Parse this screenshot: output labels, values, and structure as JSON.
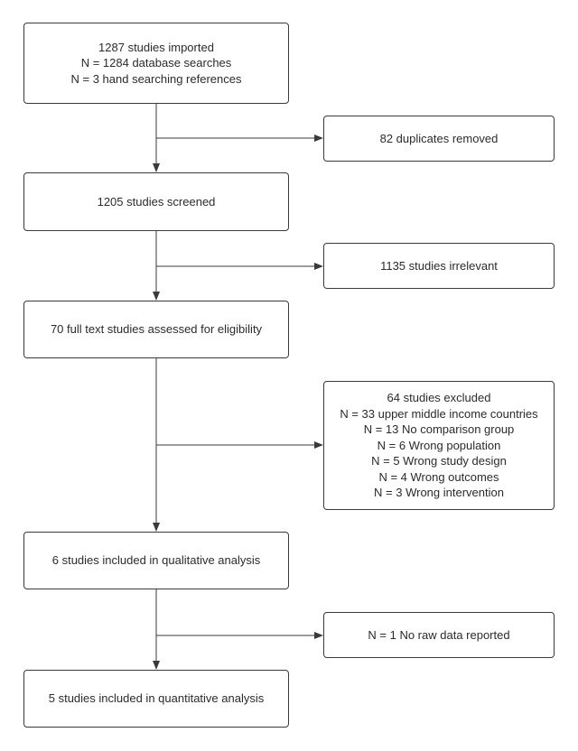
{
  "boxes": {
    "imported": {
      "lines": [
        "1287 studies imported",
        "N = 1284 database searches",
        "N = 3 hand searching references"
      ]
    },
    "duplicates": {
      "lines": [
        "82 duplicates removed"
      ]
    },
    "screened": {
      "lines": [
        "1205 studies screened"
      ]
    },
    "irrelevant": {
      "lines": [
        "1135 studies irrelevant"
      ]
    },
    "fulltext": {
      "lines": [
        "70 full text studies assessed for eligibility"
      ]
    },
    "excluded": {
      "lines": [
        "64 studies excluded",
        "N = 33 upper middle income countries",
        "N = 13 No comparison group",
        "N = 6 Wrong population",
        "N = 5 Wrong study design",
        "N = 4 Wrong outcomes",
        "N = 3 Wrong intervention"
      ]
    },
    "qualitative": {
      "lines": [
        "6 studies included in qualitative analysis"
      ]
    },
    "no_raw_data": {
      "lines": [
        "N = 1 No raw data reported"
      ]
    },
    "quantitative": {
      "lines": [
        "5 studies included in quantitative analysis"
      ]
    }
  },
  "colors": {
    "line": "#3a3a3a",
    "border": "#3a3a3a",
    "text": "#2b2b2b"
  }
}
